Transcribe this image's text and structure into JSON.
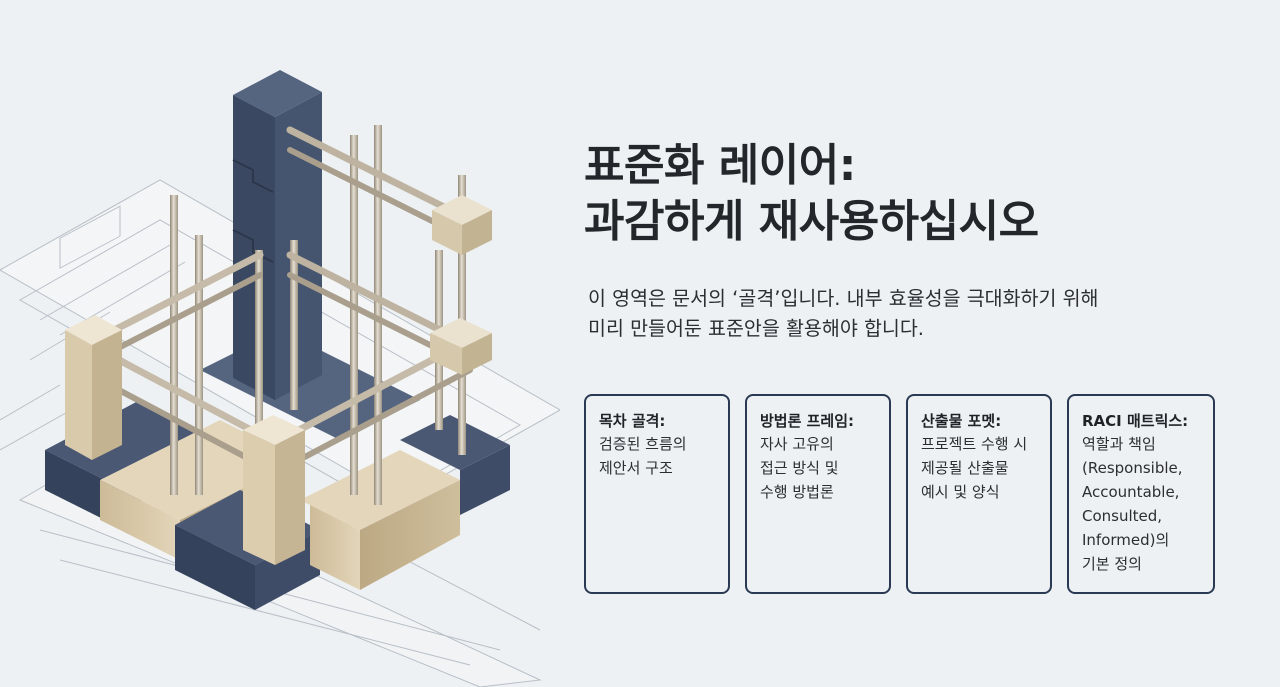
{
  "title": {
    "line1": "표준화 레이어:",
    "line2": "과감하게 재사용하십시오"
  },
  "subtitle": {
    "line1": "이 영역은 문서의 ‘골격’입니다. 내부 효율성을 극대화하기 위해",
    "line2": "미리 만들어둔 표준안을 활용해야 합니다."
  },
  "cards": [
    {
      "title": "목차 골격:",
      "lines": [
        "검증된 흐름의",
        "제안서 구조"
      ]
    },
    {
      "title": "방법론 프레임:",
      "lines": [
        "자사 고유의",
        "접근 방식 및",
        "수행 방법론"
      ]
    },
    {
      "title": "산출물 포멧:",
      "lines": [
        "프로젝트 수행 시",
        "제공될 산출물",
        "예시 및 양식"
      ]
    },
    {
      "title": "RACI 매트릭스:",
      "lines": [
        "역할과 책임",
        "(Responsible,",
        "Accountable,",
        "Consulted,",
        "Informed)의",
        "기본 정의"
      ]
    }
  ],
  "colors": {
    "background": "#eef1f4",
    "navy_block": "#3c4a63",
    "gold_block": "#d9c8a8",
    "card_border": "#2a3a52"
  }
}
